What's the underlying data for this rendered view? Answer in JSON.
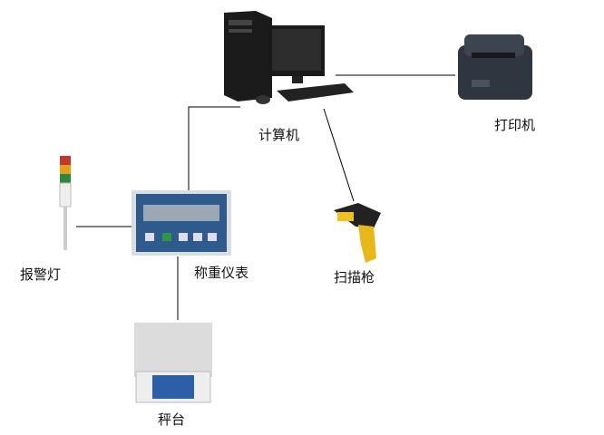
{
  "nodes": {
    "computer": "计算机",
    "printer": "打印机",
    "scanner": "扫描枪",
    "indicator": "称重仪表",
    "alarm": "报警灯",
    "scale": "秤台"
  }
}
